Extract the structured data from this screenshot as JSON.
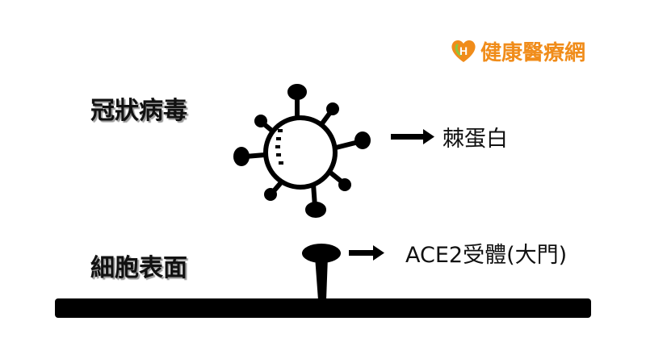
{
  "diagram": {
    "virus_label": "冠狀病毒",
    "spike_label": "棘蛋白",
    "cell_label": "細胞表面",
    "receptor_label": "ACE2受體(大門)"
  },
  "logo": {
    "text": "健康醫療網",
    "heart_letter": "H",
    "color": "#f08c1a",
    "accent": "#8cc63f"
  }
}
